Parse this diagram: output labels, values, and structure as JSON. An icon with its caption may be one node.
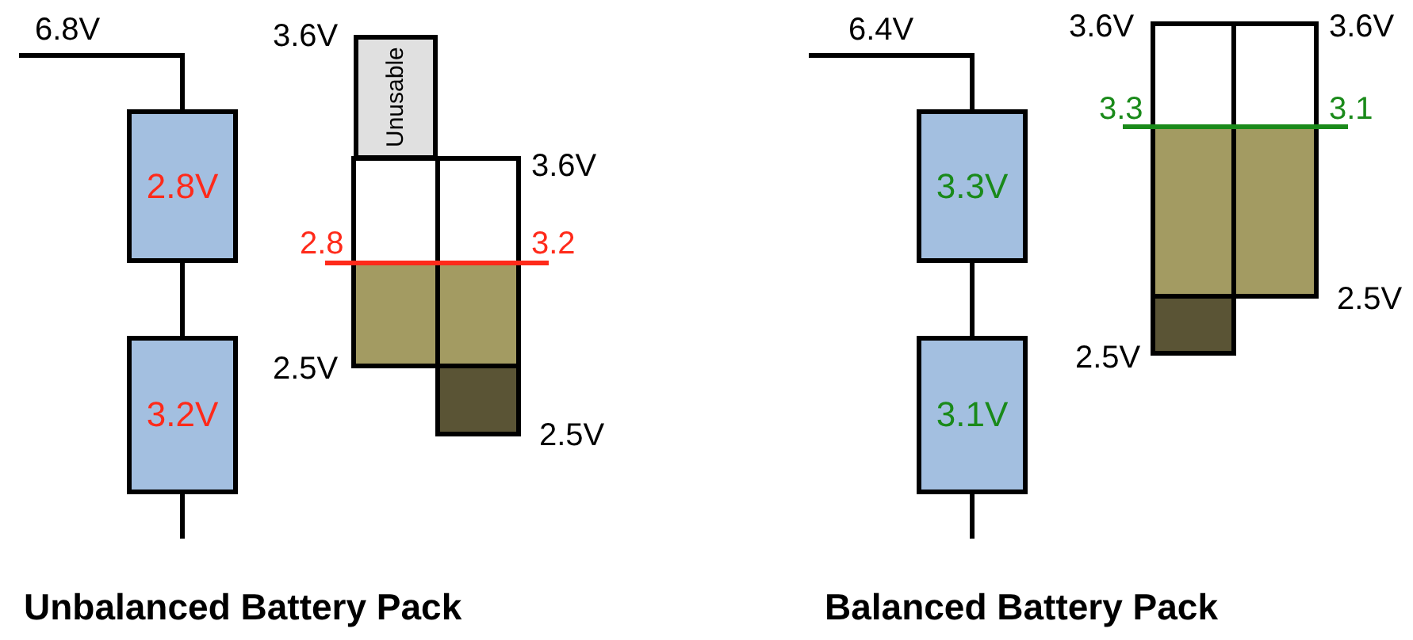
{
  "diagram": {
    "nodes": [
      {
        "text": [
          "2.8V"
        ]
      },
      {
        "text": [
          "3.2V"
        ]
      },
      {
        "text": [
          "Unusable"
        ]
      },
      {
        "text": [
          "3.3V"
        ]
      },
      {
        "text": [
          "3.1V"
        ]
      }
    ],
    "edges": [
      {
        "from": null,
        "to": 0,
        "arrow": "none"
      },
      {
        "from": 0,
        "to": 1,
        "arrow": "none"
      },
      {
        "from": 1,
        "to": null,
        "arrow": "none"
      },
      {
        "from": null,
        "to": 3,
        "arrow": "none"
      },
      {
        "from": 3,
        "to": 4,
        "arrow": "none"
      },
      {
        "from": 4,
        "to": null,
        "arrow": "none"
      }
    ],
    "labels": [
      "6.8V",
      "3.6V",
      "3.6V",
      "2.8",
      "3.2",
      "2.5V",
      "2.5V",
      "Unbalanced Battery Pack",
      "6.4V",
      "3.6V",
      "3.6V",
      "3.3",
      "3.1",
      "2.5V",
      "2.5V",
      "Balanced Battery Pack"
    ]
  }
}
